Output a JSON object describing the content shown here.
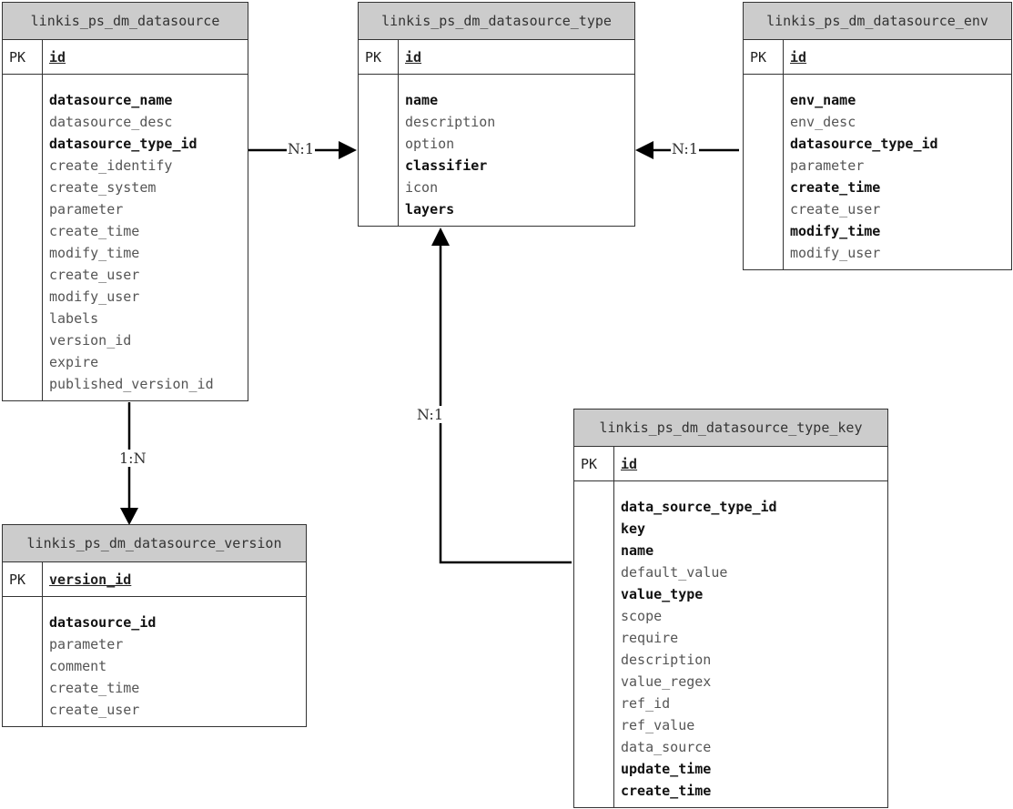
{
  "entities": {
    "datasource": {
      "title": "linkis_ps_dm_datasource",
      "pk_label": "PK",
      "pk": "id",
      "attrs": [
        {
          "name": "datasource_name",
          "required": true
        },
        {
          "name": "datasource_desc",
          "required": false
        },
        {
          "name": "datasource_type_id",
          "required": true
        },
        {
          "name": "create_identify",
          "required": false
        },
        {
          "name": "create_system",
          "required": false
        },
        {
          "name": "parameter",
          "required": false
        },
        {
          "name": "create_time",
          "required": false
        },
        {
          "name": "modify_time",
          "required": false
        },
        {
          "name": "create_user",
          "required": false
        },
        {
          "name": "modify_user",
          "required": false
        },
        {
          "name": "labels",
          "required": false
        },
        {
          "name": "version_id",
          "required": false
        },
        {
          "name": "expire",
          "required": false
        },
        {
          "name": "published_version_id",
          "required": false
        }
      ]
    },
    "datasource_type": {
      "title": "linkis_ps_dm_datasource_type",
      "pk_label": "PK",
      "pk": "id",
      "attrs": [
        {
          "name": "name",
          "required": true
        },
        {
          "name": "description",
          "required": false
        },
        {
          "name": "option",
          "required": false
        },
        {
          "name": "classifier",
          "required": true
        },
        {
          "name": "icon",
          "required": false
        },
        {
          "name": "layers",
          "required": true
        }
      ]
    },
    "datasource_env": {
      "title": "linkis_ps_dm_datasource_env",
      "pk_label": "PK",
      "pk": "id",
      "attrs": [
        {
          "name": "env_name",
          "required": true
        },
        {
          "name": "env_desc",
          "required": false
        },
        {
          "name": "datasource_type_id",
          "required": true
        },
        {
          "name": "parameter",
          "required": false
        },
        {
          "name": "create_time",
          "required": true
        },
        {
          "name": "create_user",
          "required": false
        },
        {
          "name": "modify_time",
          "required": true
        },
        {
          "name": "modify_user",
          "required": false
        }
      ]
    },
    "datasource_version": {
      "title": "linkis_ps_dm_datasource_version",
      "pk_label": "PK",
      "pk": "version_id",
      "attrs": [
        {
          "name": "datasource_id",
          "required": true
        },
        {
          "name": "parameter",
          "required": false
        },
        {
          "name": "comment",
          "required": false
        },
        {
          "name": "create_time",
          "required": false
        },
        {
          "name": "create_user",
          "required": false
        }
      ]
    },
    "datasource_type_key": {
      "title": "linkis_ps_dm_datasource_type_key",
      "pk_label": "PK",
      "pk": "id",
      "attrs": [
        {
          "name": "data_source_type_id",
          "required": true
        },
        {
          "name": "key",
          "required": true
        },
        {
          "name": "name",
          "required": true
        },
        {
          "name": "default_value",
          "required": false
        },
        {
          "name": "value_type",
          "required": true
        },
        {
          "name": "scope",
          "required": false
        },
        {
          "name": "require",
          "required": false
        },
        {
          "name": "description",
          "required": false
        },
        {
          "name": "value_regex",
          "required": false
        },
        {
          "name": "ref_id",
          "required": false
        },
        {
          "name": "ref_value",
          "required": false
        },
        {
          "name": "data_source",
          "required": false
        },
        {
          "name": "update_time",
          "required": true
        },
        {
          "name": "create_time",
          "required": true
        }
      ]
    }
  },
  "relations": {
    "datasource_to_type": "N:1",
    "env_to_type": "N:1",
    "datasource_to_version": "1:N",
    "type_key_to_type": "N:1"
  },
  "colors": {
    "header_fill": "#cccccc",
    "line": "#000000"
  }
}
